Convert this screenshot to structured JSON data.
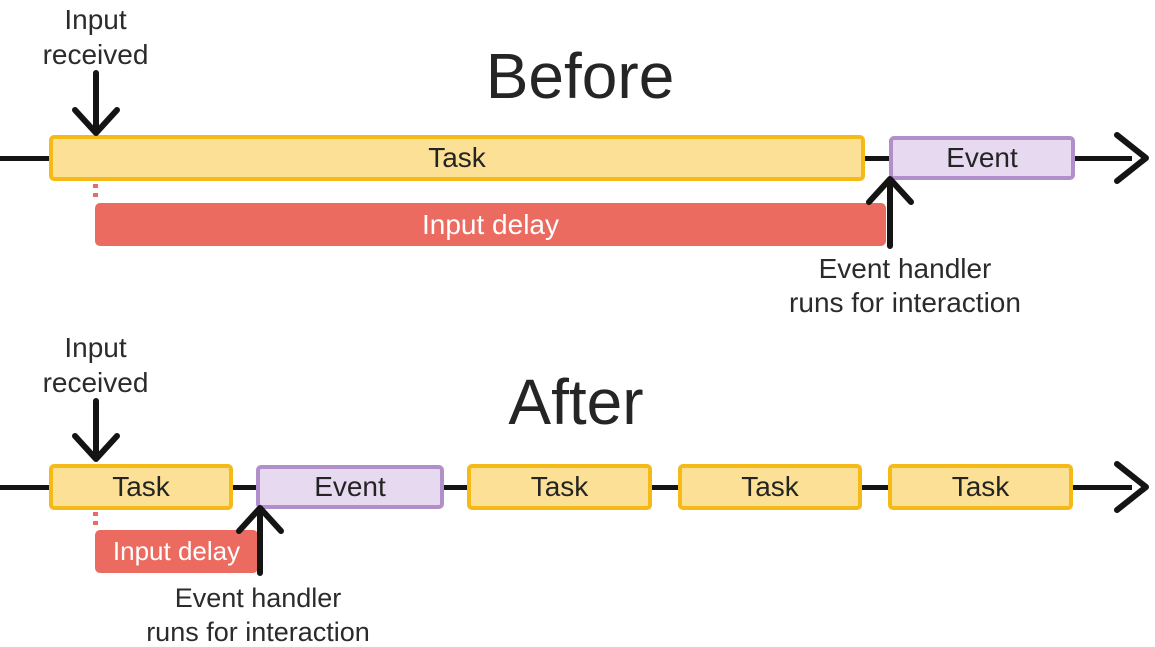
{
  "colors": {
    "task_fill": "#FBE096",
    "task_border": "#F6BA17",
    "event_fill": "#E7DAF0",
    "event_border": "#B08FCB",
    "input_delay_fill": "#EC6B60",
    "input_delay_text": "#FFFFFF",
    "timeline": "#141414",
    "text": "#242424"
  },
  "before": {
    "title": "Before",
    "input_received_line1": "Input",
    "input_received_line2": "received",
    "task_label": "Task",
    "event_label": "Event",
    "input_delay_label": "Input delay",
    "event_handler_line1": "Event handler",
    "event_handler_line2": "runs for interaction"
  },
  "after": {
    "title": "After",
    "input_received_line1": "Input",
    "input_received_line2": "received",
    "segments": [
      {
        "type": "task",
        "label": "Task"
      },
      {
        "type": "event",
        "label": "Event"
      },
      {
        "type": "task",
        "label": "Task"
      },
      {
        "type": "task",
        "label": "Task"
      },
      {
        "type": "task",
        "label": "Task"
      }
    ],
    "input_delay_label": "Input delay",
    "event_handler_line1": "Event handler",
    "event_handler_line2": "runs for interaction"
  }
}
